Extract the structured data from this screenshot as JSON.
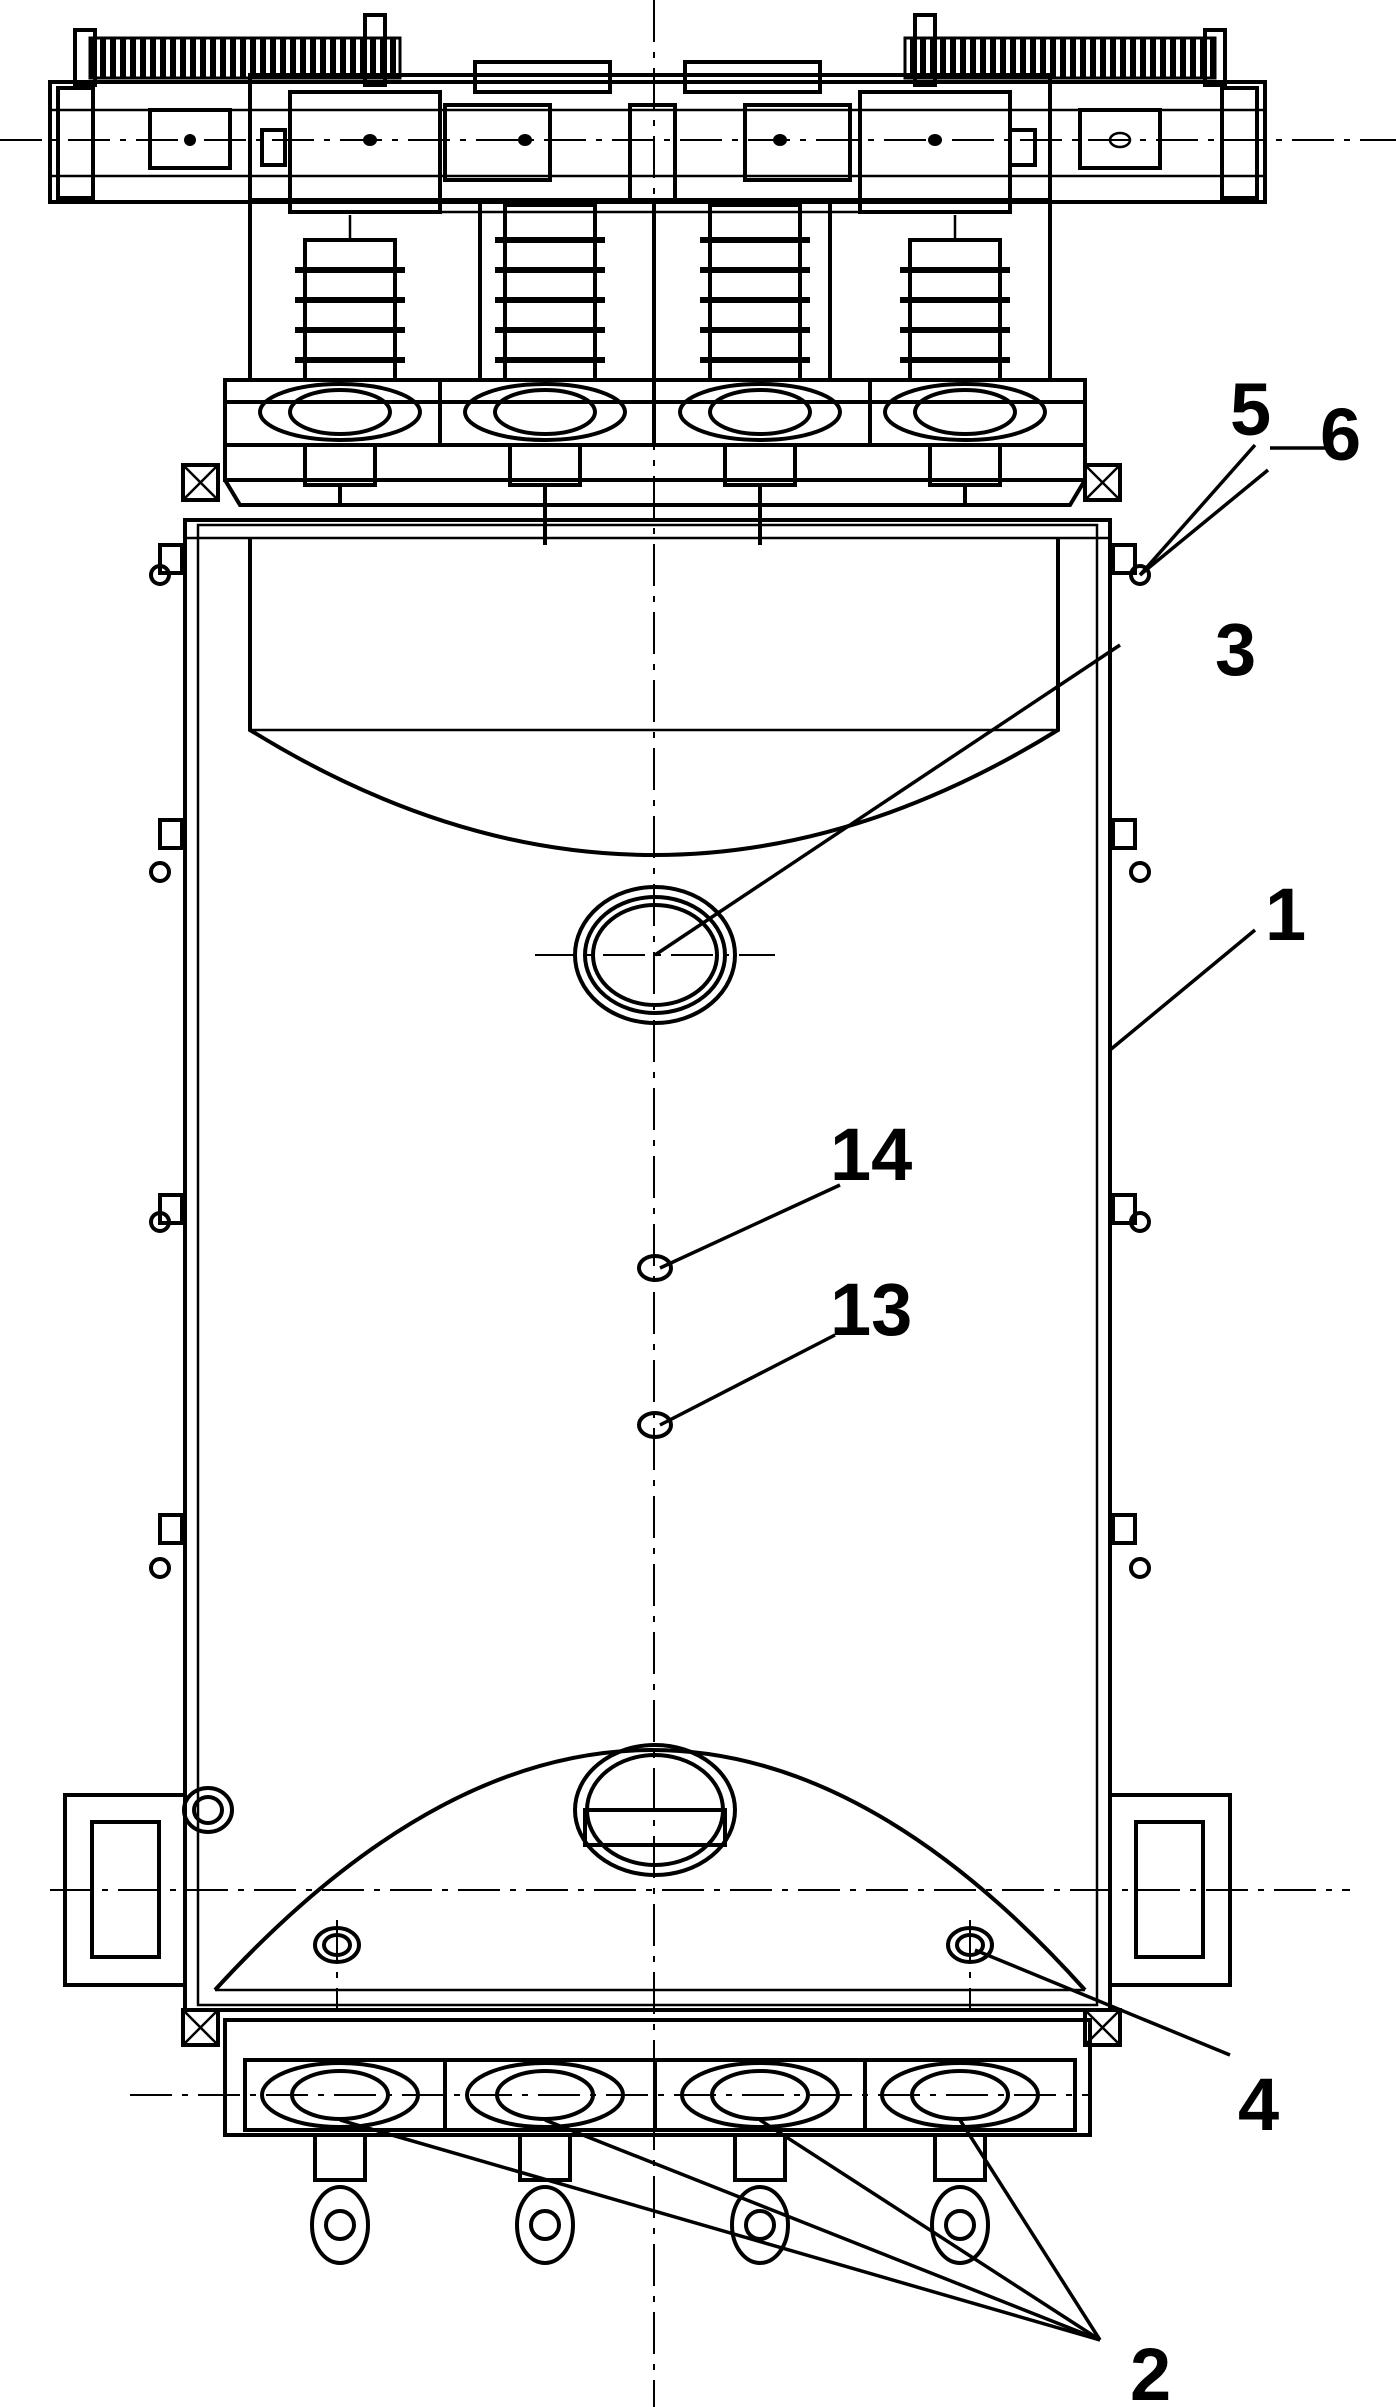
{
  "labels": {
    "l1": "1",
    "l2": "2",
    "l3": "3",
    "l4": "4",
    "l5": "5",
    "l6": "6",
    "l13": "13",
    "l14": "14"
  },
  "colors": {
    "line": "#000000",
    "background": "#ffffff"
  }
}
